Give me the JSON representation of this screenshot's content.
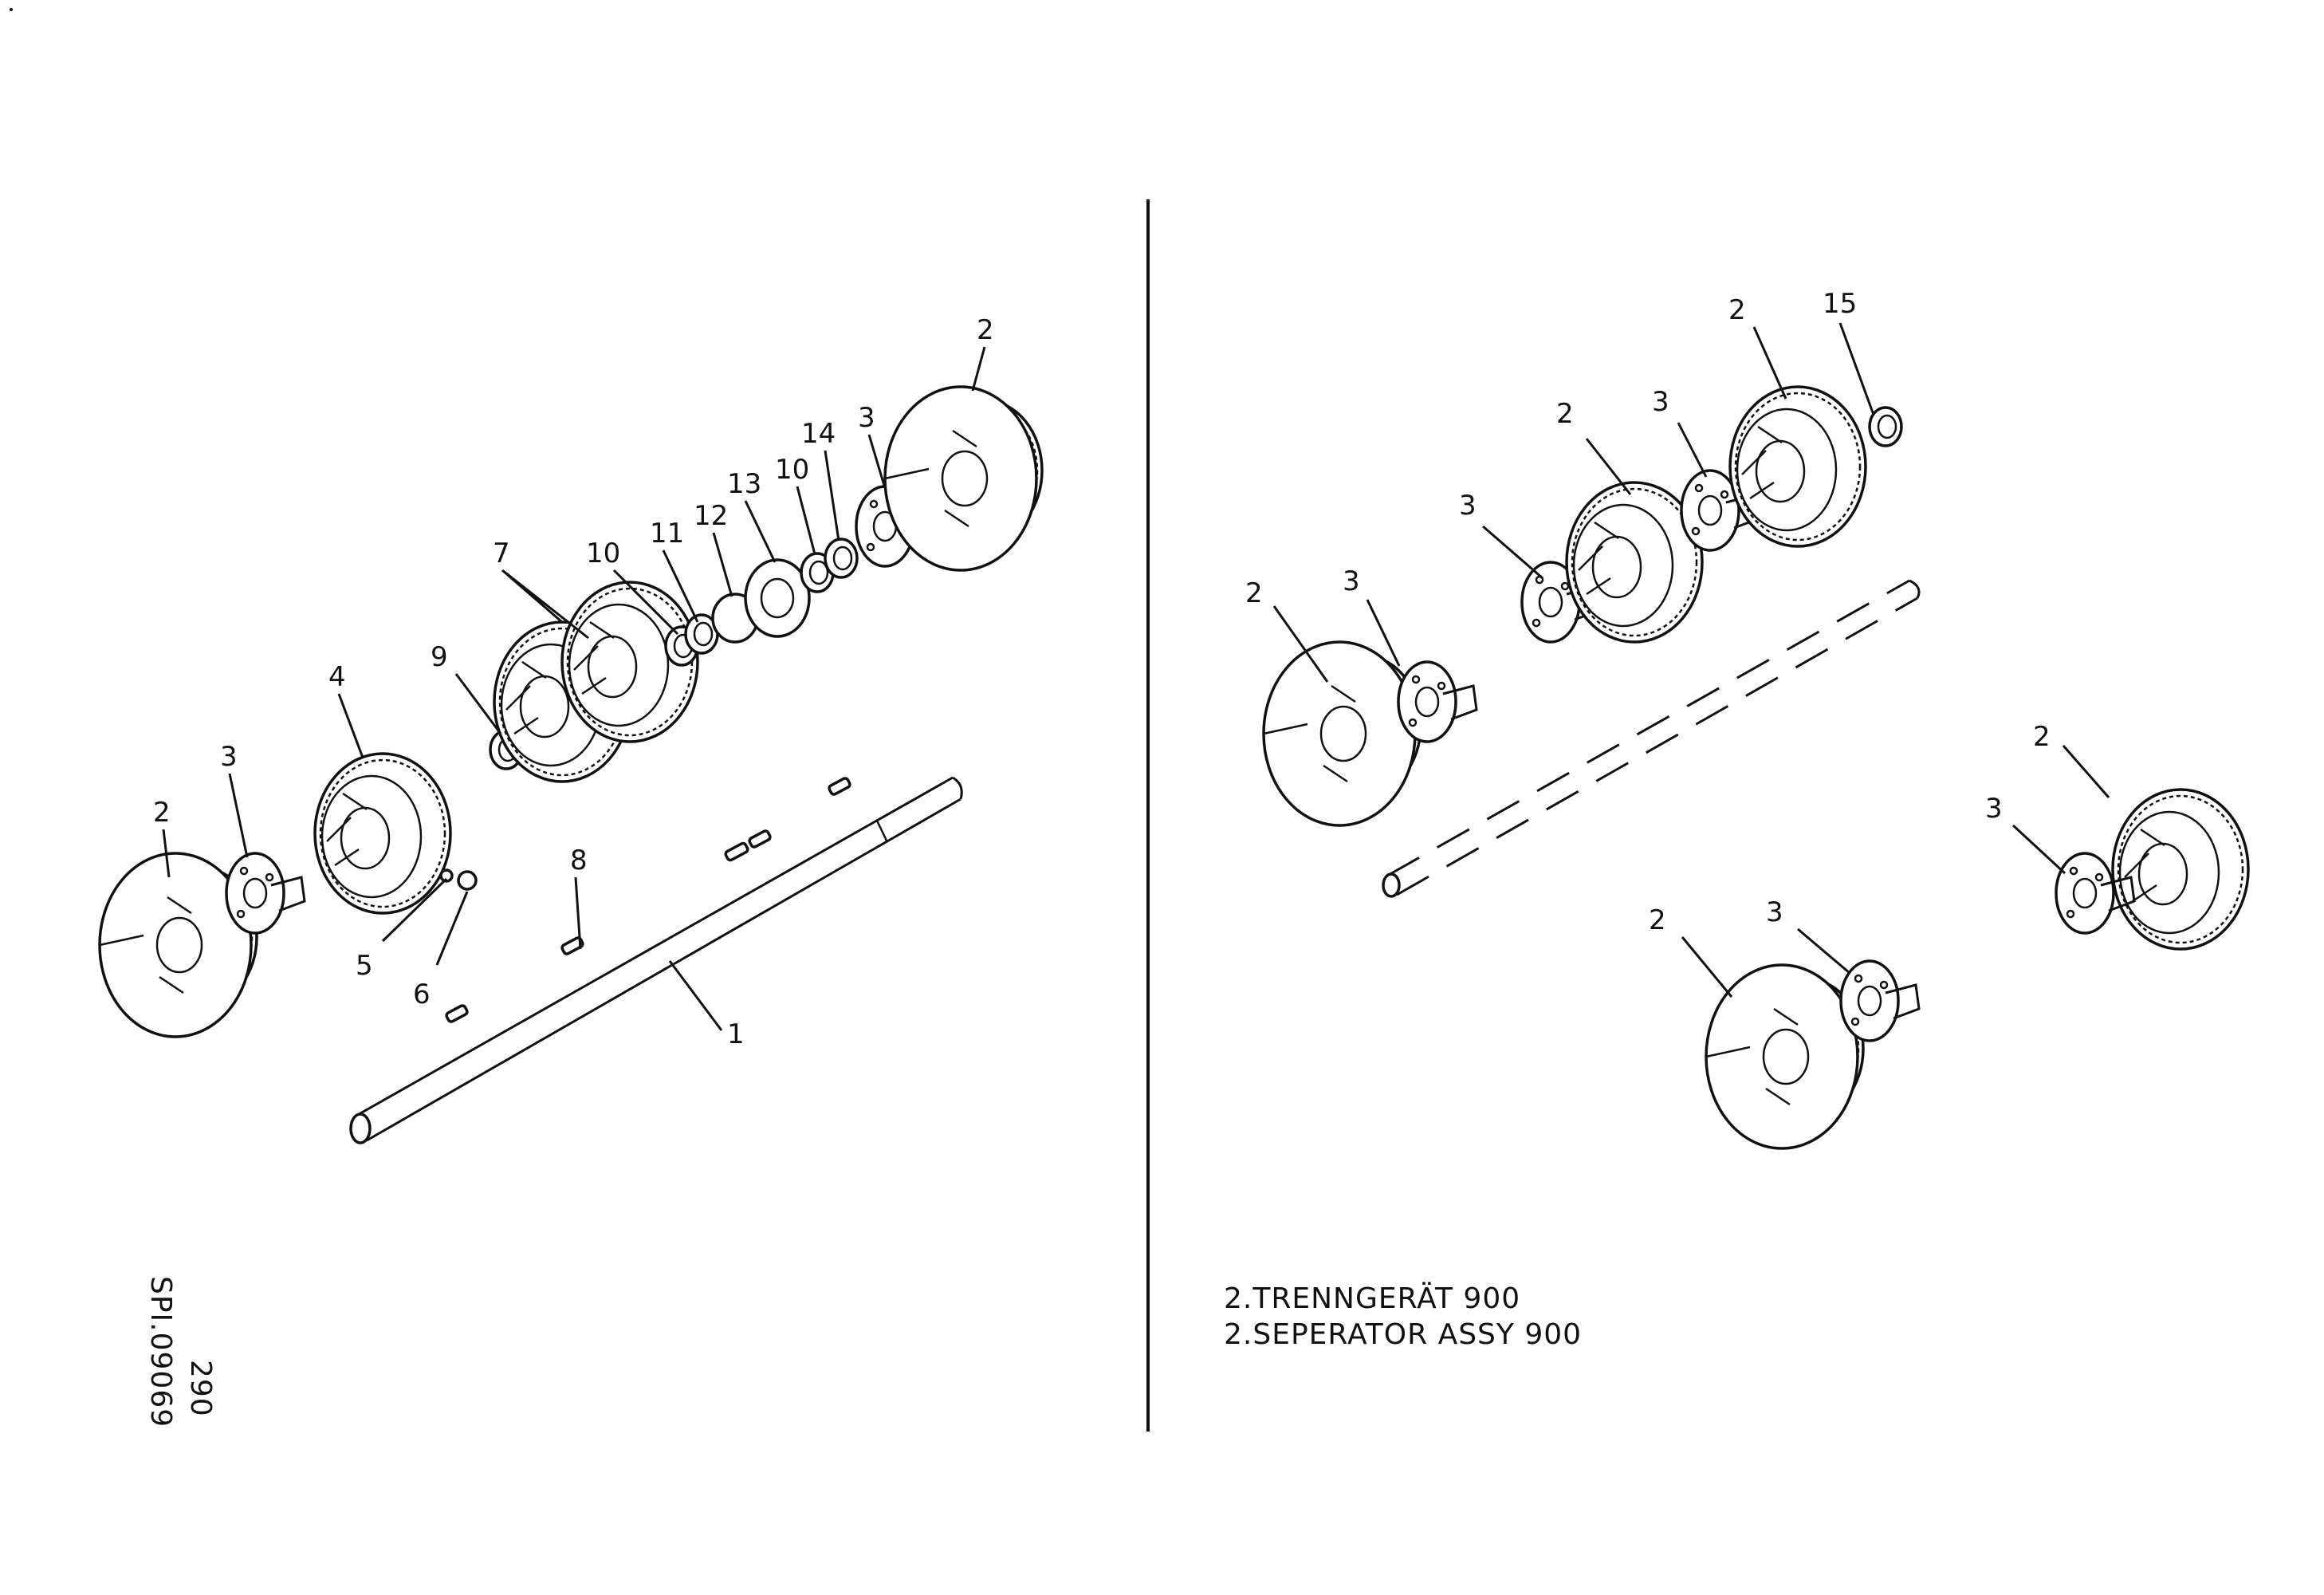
{
  "callouts_left": [
    "2",
    "3",
    "4",
    "5",
    "6",
    "7",
    "8",
    "9",
    "10",
    "11",
    "12",
    "13",
    "10",
    "14",
    "3",
    "2",
    "1"
  ],
  "callouts_right": [
    "2",
    "15",
    "2",
    "3",
    "3",
    "2",
    "3",
    "2",
    "3",
    "2",
    "3"
  ],
  "drawing_code": "SPI.09069",
  "page_number": "290",
  "caption_de": "2.TRENNGERÄT 900",
  "caption_en": "2.SEPERATOR ASSY 900"
}
